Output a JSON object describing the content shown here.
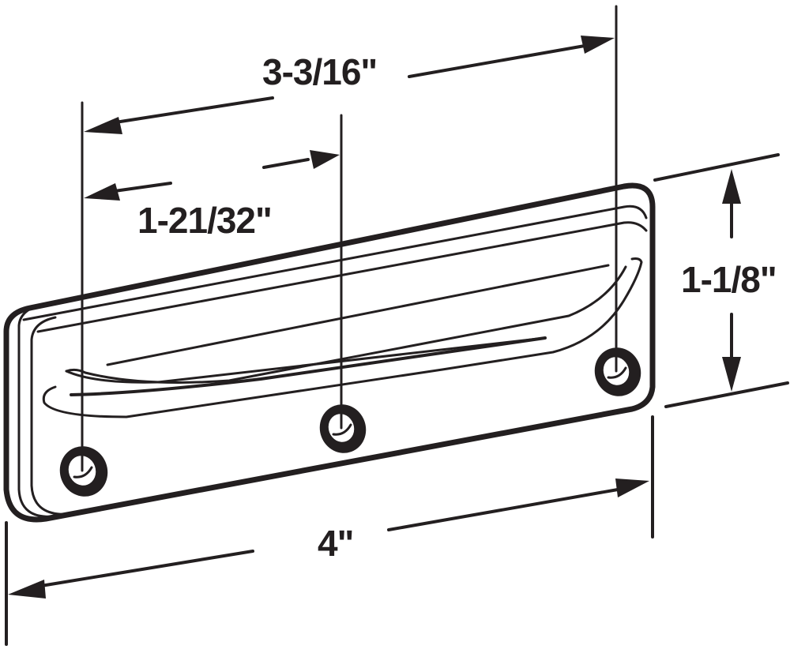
{
  "diagram": {
    "subject": "Rectangular flush pull / finger pull plate with three mounting holes",
    "colors": {
      "line": "#231f20",
      "background": "#ffffff"
    },
    "dimensions": {
      "overall_length": {
        "label": "4\"",
        "value_in": 4.0
      },
      "outer_hole_spacing": {
        "label": "3-3/16\"",
        "value_in": 3.1875
      },
      "center_hole_spacing": {
        "label": "1-21/32\"",
        "value_in": 1.65625
      },
      "height": {
        "label": "1-1/8\"",
        "value_in": 1.125
      }
    },
    "holes": [
      "left-mounting-hole",
      "center-mounting-hole",
      "right-mounting-hole"
    ]
  }
}
